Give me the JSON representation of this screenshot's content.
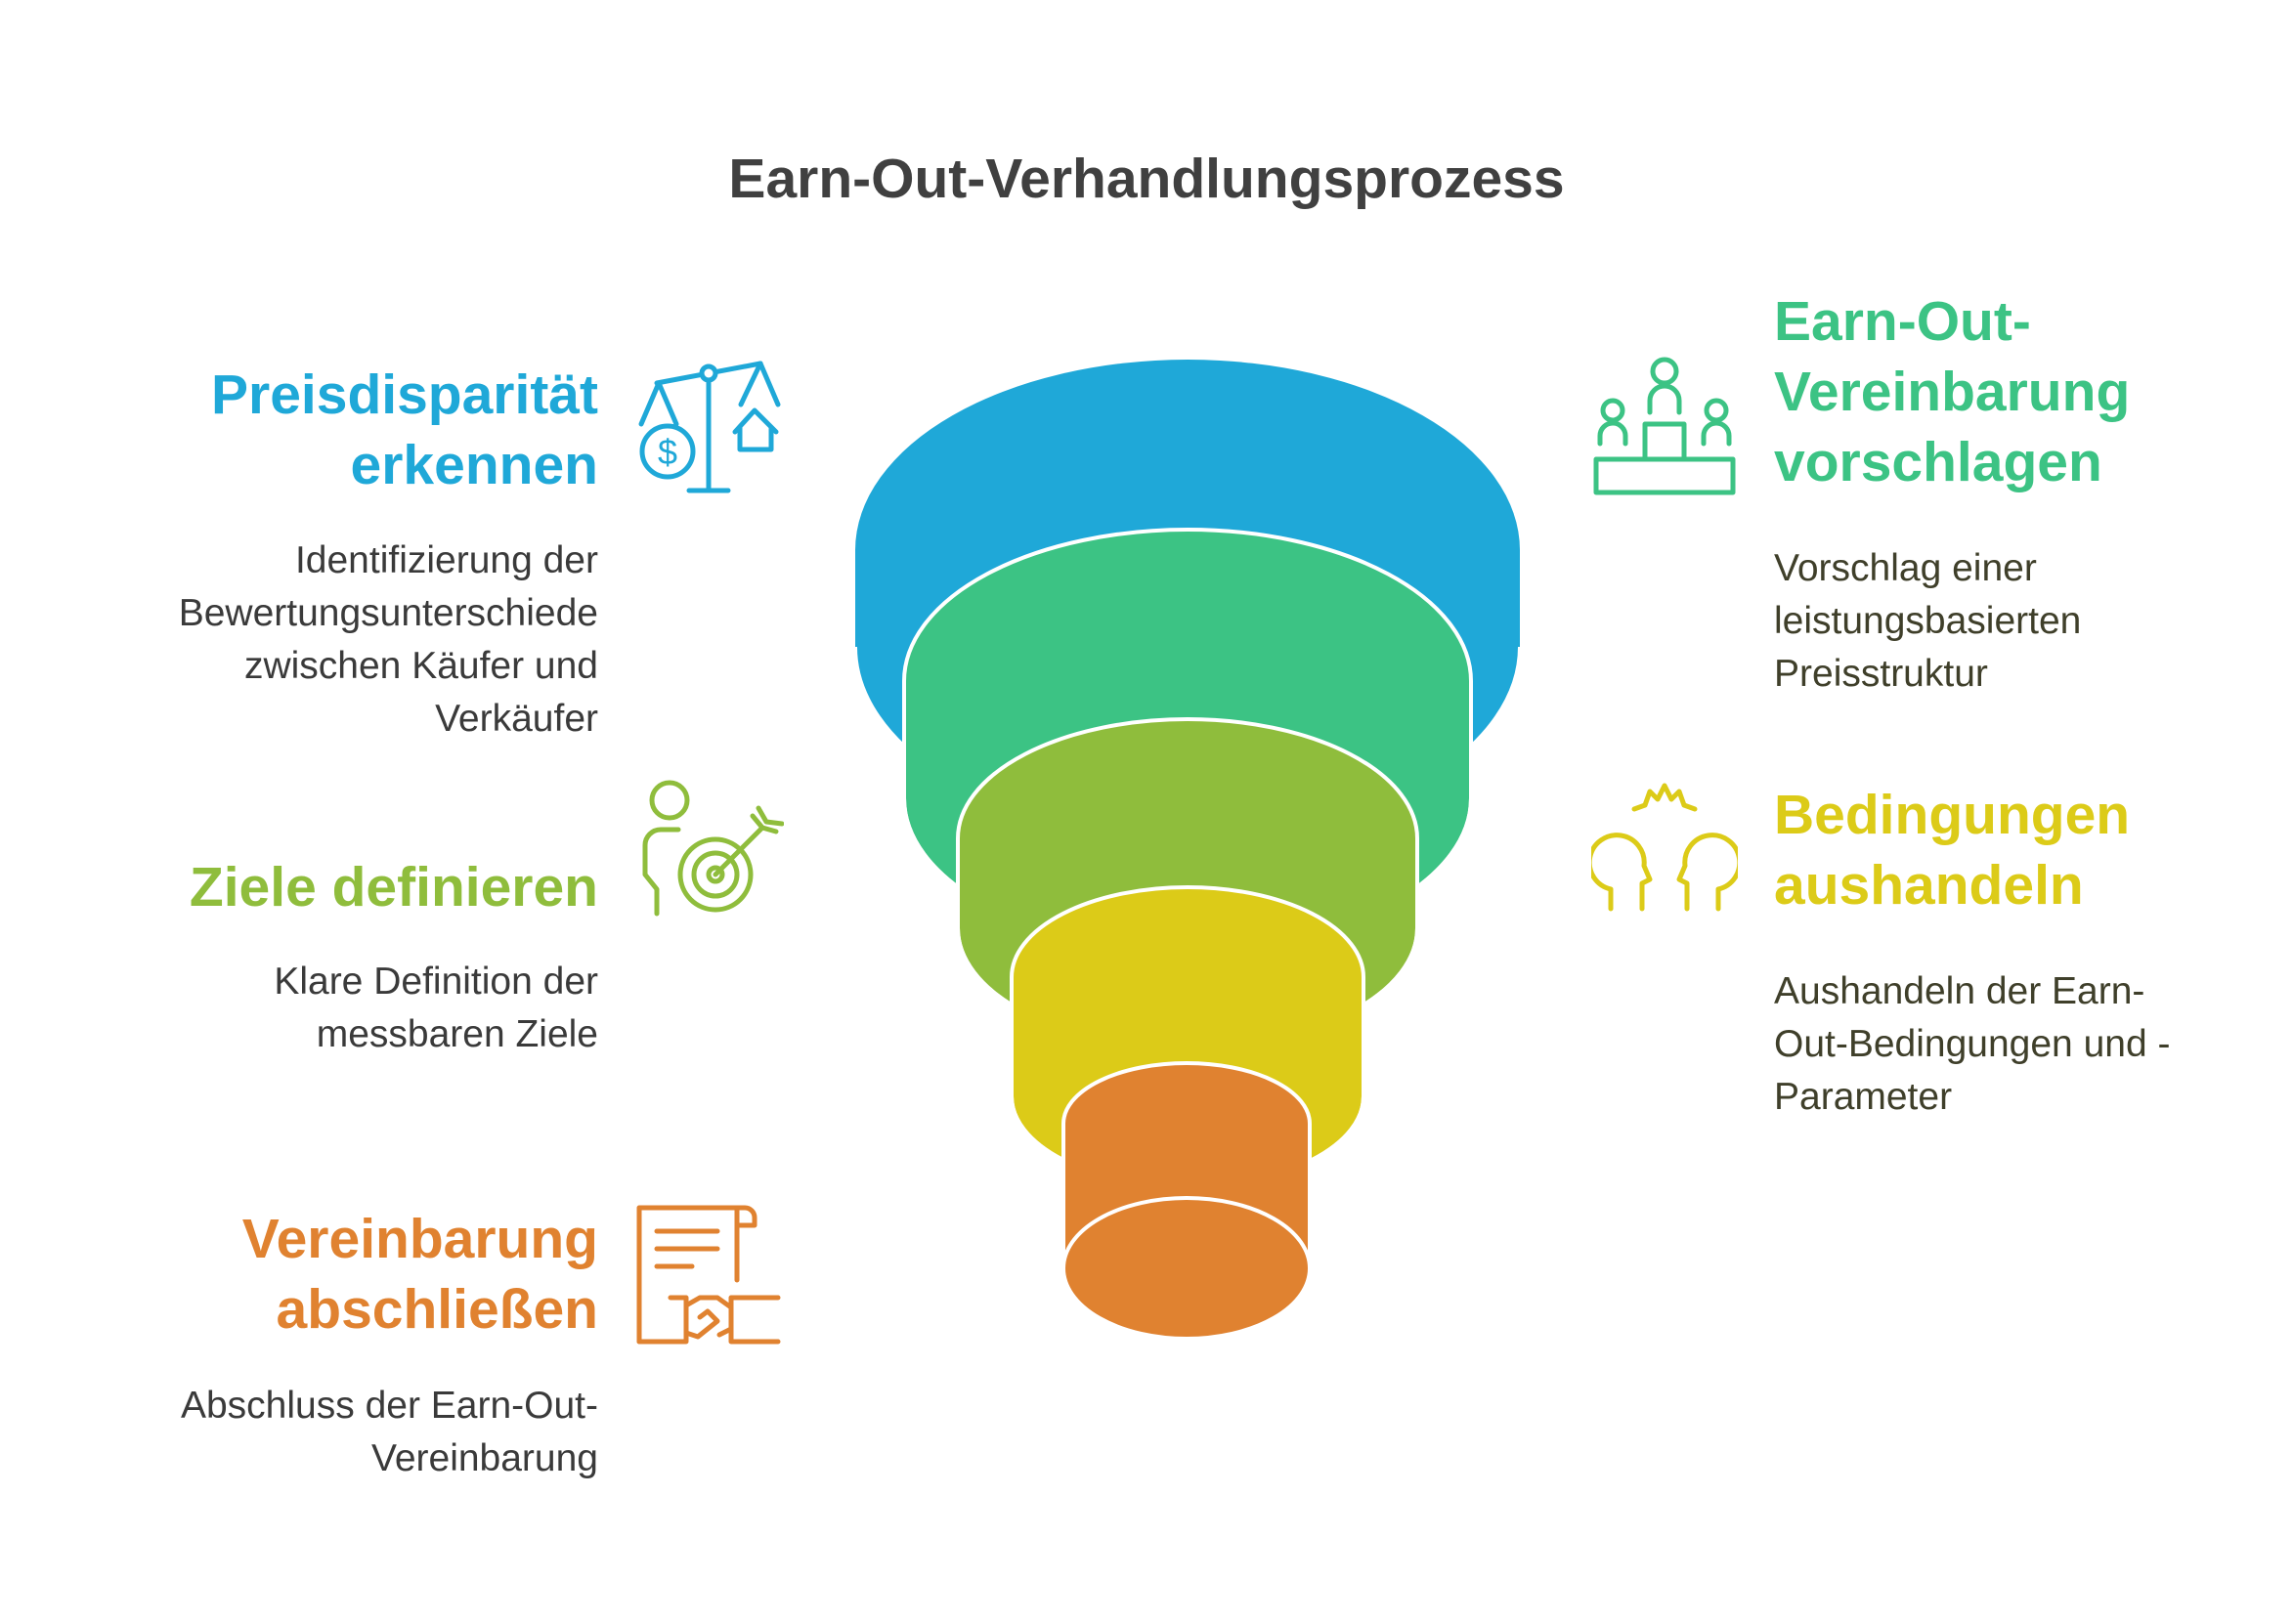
{
  "title": "Earn-Out-Verhandlungsprozess",
  "colors": {
    "blue": "#1FA8D8",
    "green": "#3CC384",
    "lime": "#8FBD3C",
    "yellow": "#DCCB18",
    "orange": "#E08230",
    "title": "#404040",
    "text_left": "#3a3a3a",
    "text_right": "#3f3f2a"
  },
  "steps": [
    {
      "id": "step-1",
      "heading_lines": [
        "Preisdisparität",
        "erkennen"
      ],
      "description_lines": [
        "Identifizierung der",
        "Bewertungsunterschiede",
        "zwischen Käufer und",
        "Verkäufer"
      ],
      "icon": "scale-dollar-house-icon",
      "color": "#1FA8D8"
    },
    {
      "id": "step-2",
      "heading_lines": [
        "Earn-Out-",
        "Vereinbarung",
        "vorschlagen"
      ],
      "description_lines": [
        "Vorschlag einer",
        "leistungsbasierten",
        "Preisstruktur"
      ],
      "icon": "podium-people-icon",
      "color": "#3CC384"
    },
    {
      "id": "step-3",
      "heading_lines": [
        "Ziele definieren"
      ],
      "description_lines": [
        "Klare Definition der",
        "messbaren Ziele"
      ],
      "icon": "person-target-icon",
      "color": "#8FBD3C"
    },
    {
      "id": "step-4",
      "heading_lines": [
        "Bedingungen",
        "aushandeln"
      ],
      "description_lines": [
        "Aushandeln der Earn-",
        "Out-Bedingungen und -",
        "Parameter"
      ],
      "icon": "two-heads-gear-icon",
      "color": "#DCCB18"
    },
    {
      "id": "step-5",
      "heading_lines": [
        "Vereinbarung",
        "abschließen"
      ],
      "description_lines": [
        "Abschluss der Earn-Out-",
        "Vereinbarung"
      ],
      "icon": "contract-handshake-icon",
      "color": "#E08230"
    }
  ]
}
